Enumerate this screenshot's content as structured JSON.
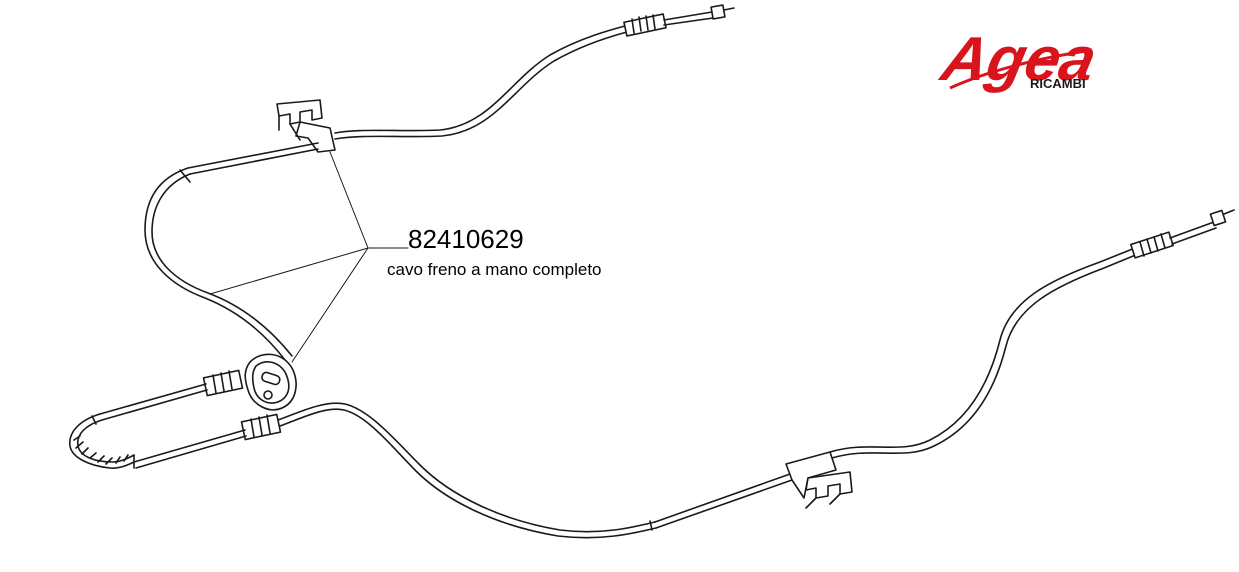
{
  "part": {
    "number": "82410629",
    "description": "cavo freno a mano completo"
  },
  "logo": {
    "brand": "Agea",
    "subtitle": "RICAMBI",
    "color": "#d9141c"
  },
  "colors": {
    "line": "#1a1a1a",
    "background": "#ffffff"
  }
}
